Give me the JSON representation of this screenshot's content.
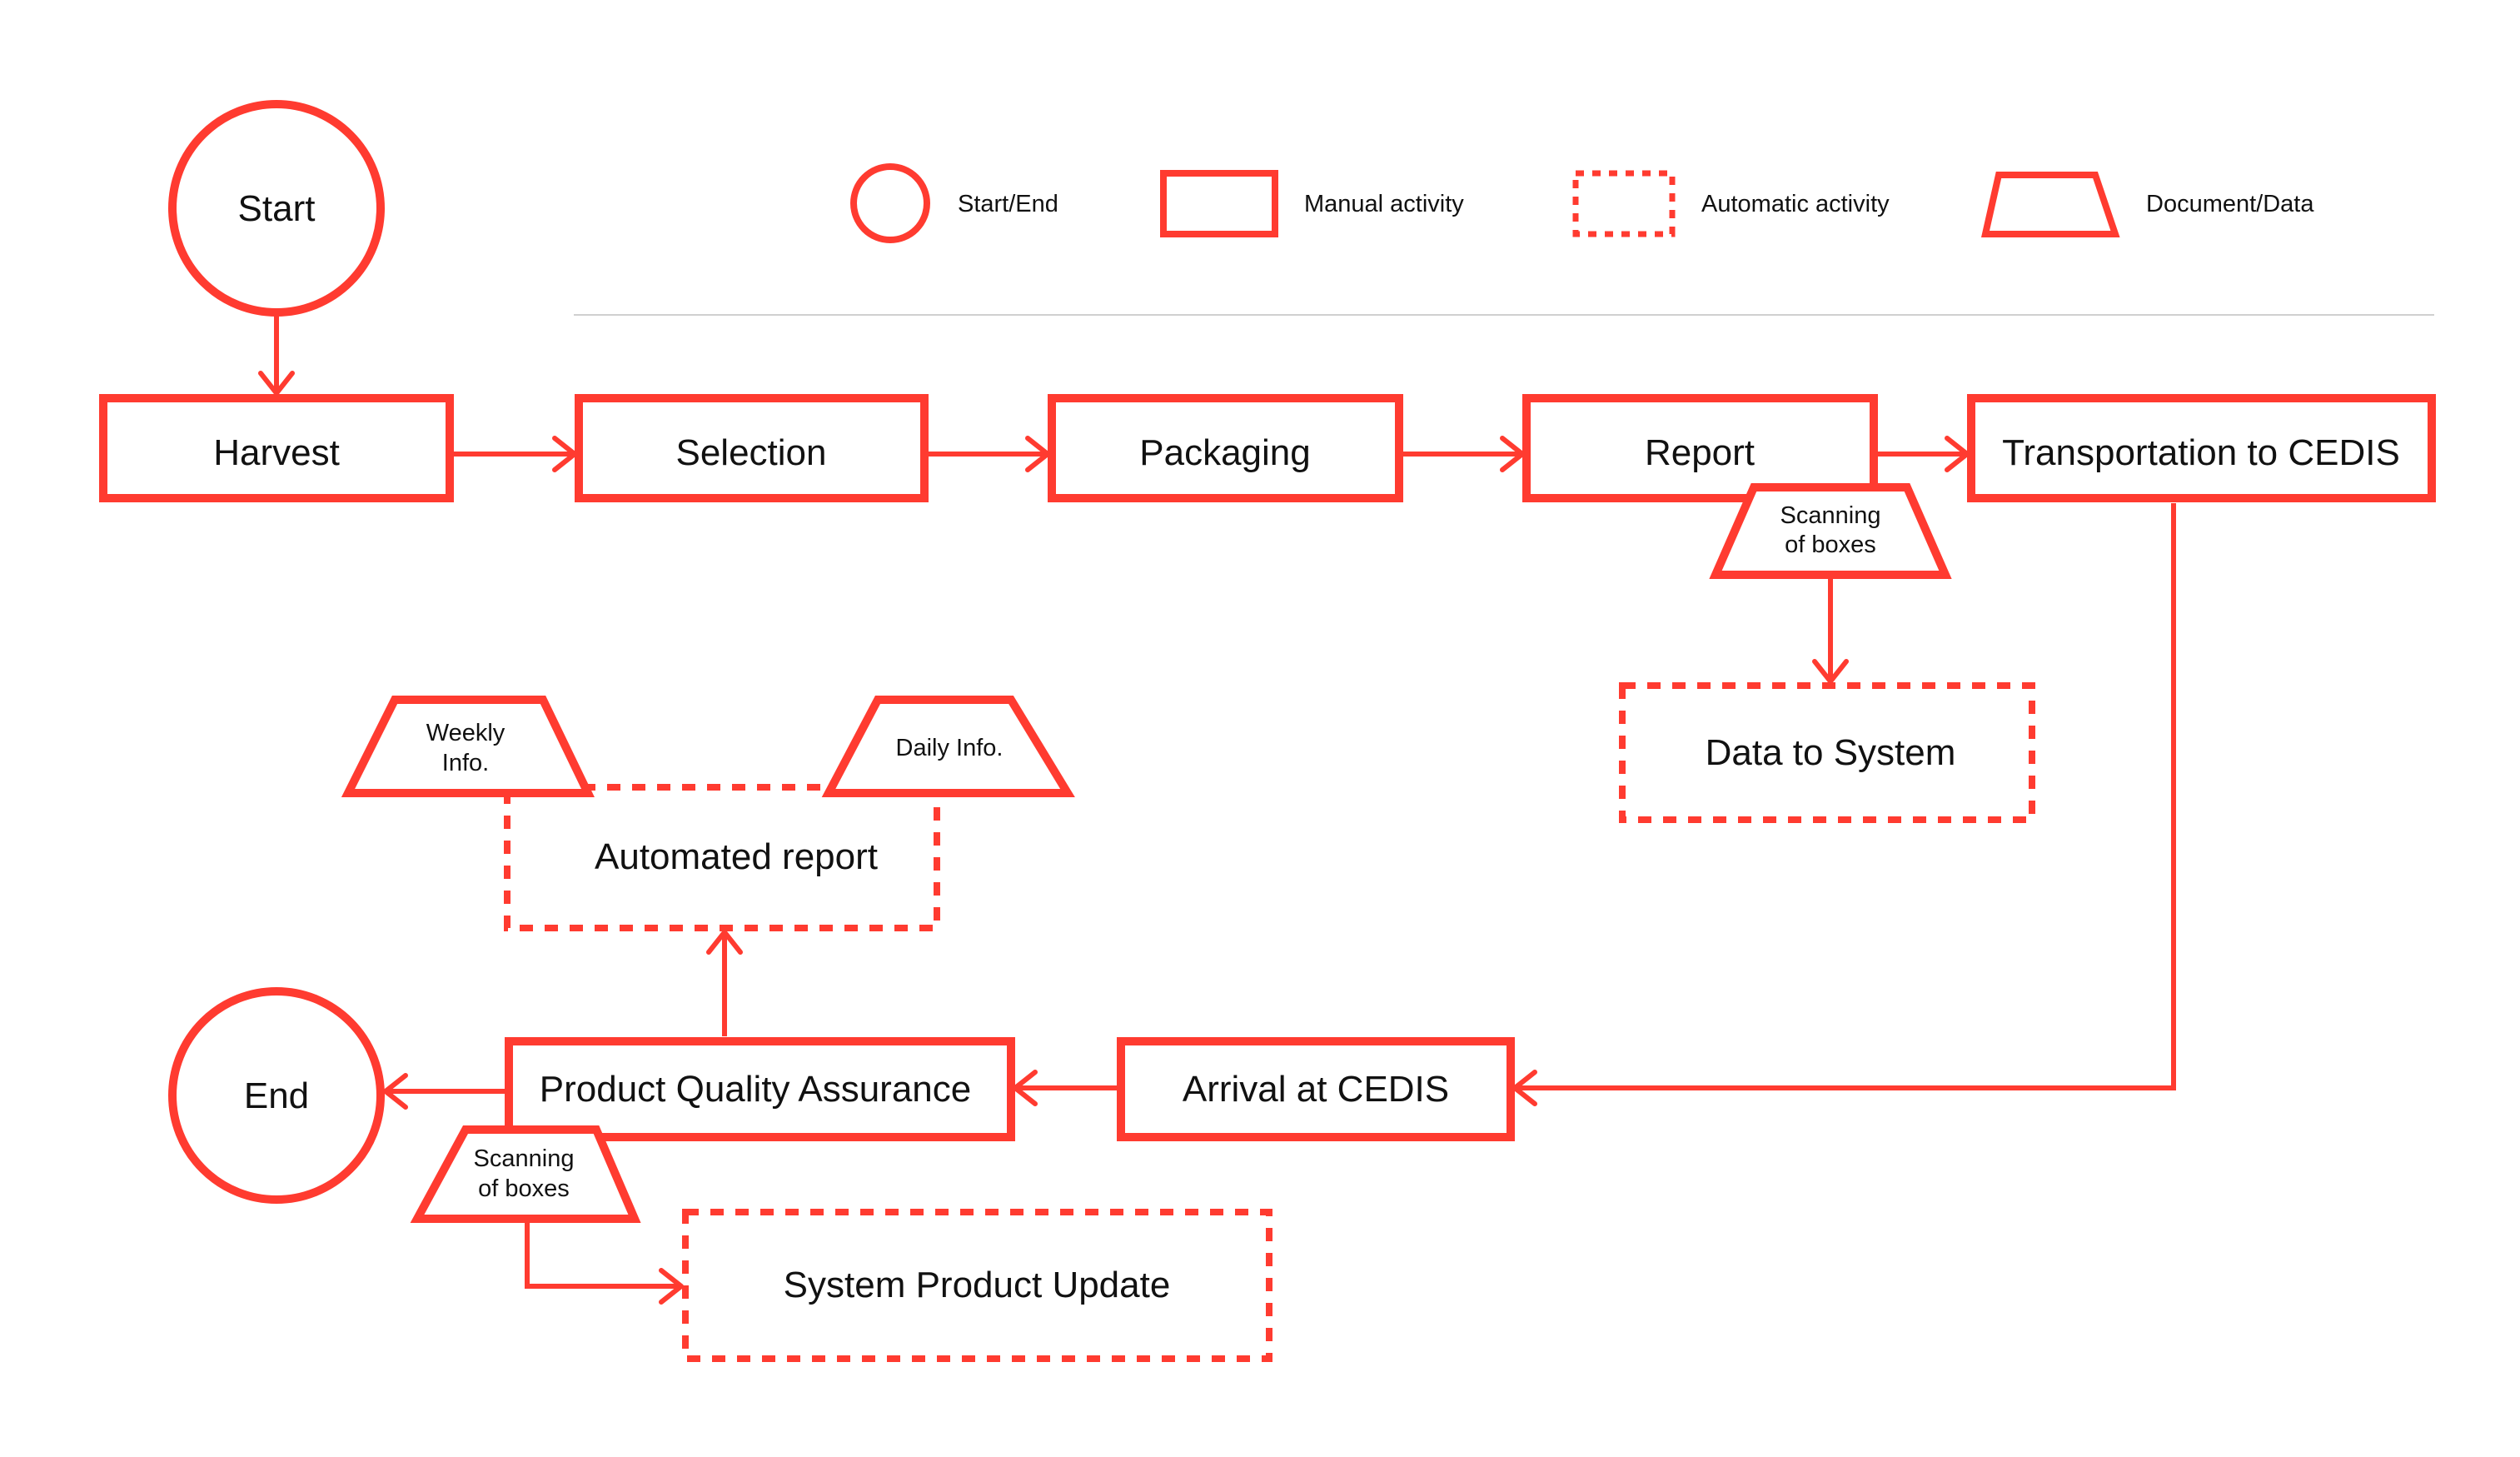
{
  "colors": {
    "accent": "#FF3B30",
    "text": "#111111",
    "separator": "#D0D0D0",
    "background": "#FFFFFF"
  },
  "legend": [
    {
      "shape": "circle",
      "label": "Start/End"
    },
    {
      "shape": "solid-rect",
      "label": "Manual activity"
    },
    {
      "shape": "dashed-rect",
      "label": "Automatic activity"
    },
    {
      "shape": "trapezoid",
      "label": "Document/Data"
    }
  ],
  "nodes": {
    "start": {
      "type": "terminal",
      "label": "Start"
    },
    "harvest": {
      "type": "manual",
      "label": "Harvest"
    },
    "selection": {
      "type": "manual",
      "label": "Selection"
    },
    "packaging": {
      "type": "manual",
      "label": "Packaging"
    },
    "report": {
      "type": "manual",
      "label": "Report"
    },
    "transport": {
      "type": "manual",
      "label": "Transportation to CEDIS"
    },
    "scan1": {
      "type": "document",
      "line1": "Scanning",
      "line2": "of boxes"
    },
    "data_to_system": {
      "type": "automatic",
      "label": "Data to System"
    },
    "arrival": {
      "type": "manual",
      "label": "Arrival at CEDIS"
    },
    "pqa": {
      "type": "manual",
      "label": "Product Quality Assurance"
    },
    "end": {
      "type": "terminal",
      "label": "End"
    },
    "scan2": {
      "type": "document",
      "line1": "Scanning",
      "line2": "of boxes"
    },
    "system_update": {
      "type": "automatic",
      "label": "System Product Update"
    },
    "automated_report": {
      "type": "automatic",
      "label": "Automated report"
    },
    "weekly": {
      "type": "document",
      "line1": "Weekly",
      "line2": "Info."
    },
    "daily": {
      "type": "document",
      "label": "Daily Info."
    }
  },
  "edges": [
    {
      "from": "start",
      "to": "harvest"
    },
    {
      "from": "harvest",
      "to": "selection"
    },
    {
      "from": "selection",
      "to": "packaging"
    },
    {
      "from": "packaging",
      "to": "report"
    },
    {
      "from": "report",
      "to": "transport"
    },
    {
      "from": "scan1",
      "to": "data_to_system"
    },
    {
      "from": "transport",
      "to": "arrival"
    },
    {
      "from": "arrival",
      "to": "pqa"
    },
    {
      "from": "pqa",
      "to": "end"
    },
    {
      "from": "pqa",
      "to": "automated_report"
    },
    {
      "from": "scan2",
      "to": "system_update"
    }
  ]
}
